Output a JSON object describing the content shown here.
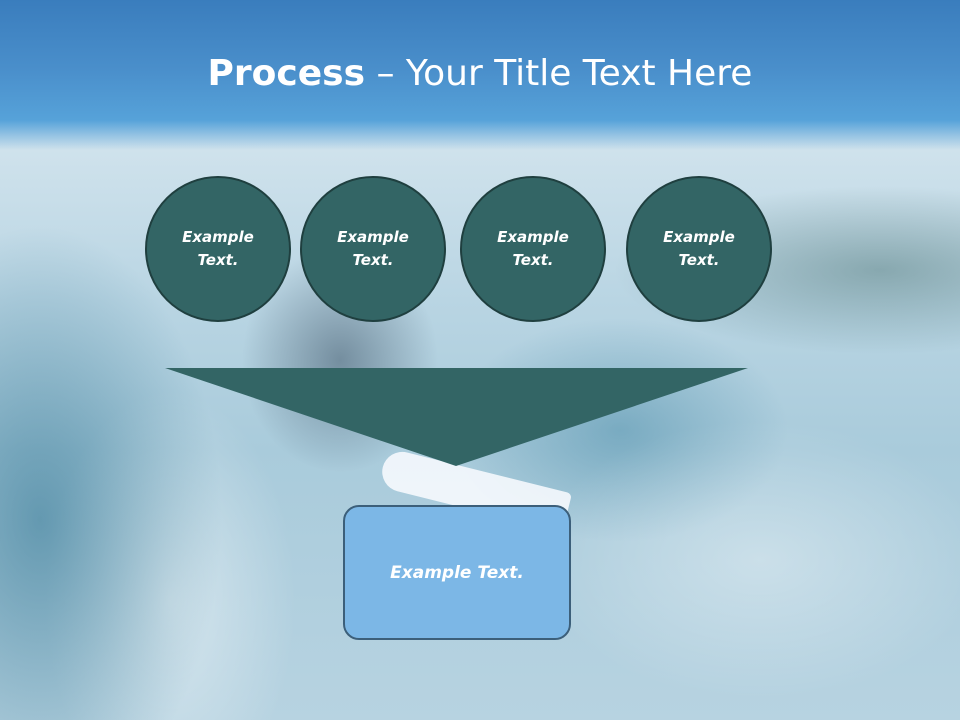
{
  "slide": {
    "title_bold": "Process",
    "title_rest": " – Your Title Text Here",
    "circles": [
      {
        "text": "Example Text."
      },
      {
        "text": "Example Text."
      },
      {
        "text": "Example Text."
      },
      {
        "text": "Example Text."
      }
    ],
    "box_text": "Example Text."
  },
  "colors": {
    "header": "#4a8fcb",
    "circle_fill": "#336565",
    "circle_border": "#1f3f3f",
    "arrow_fill": "#336565",
    "box_fill": "#7cb7e6",
    "box_border": "#3c5f7a"
  }
}
